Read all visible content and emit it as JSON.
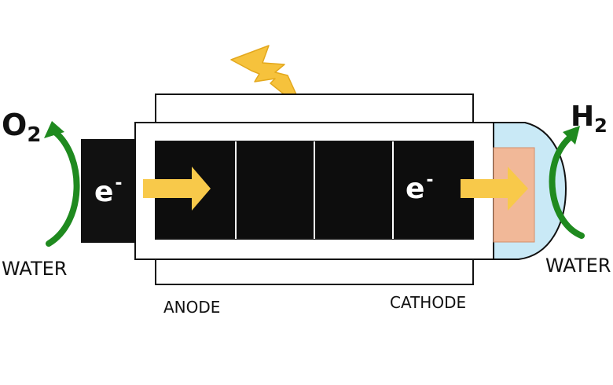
{
  "labels": {
    "o2_base": "O",
    "o2_sub": "2",
    "h2_base": "H",
    "h2_sub": "2",
    "water_left": "WATER",
    "water_right": "WATER",
    "anode": "ANODE",
    "cathode": "CATHODE",
    "electron_left_base": "e",
    "electron_left_sup": "-",
    "electron_right_base": "e",
    "electron_right_sup": "-"
  },
  "colors": {
    "cell_fill": "#0d0d0d",
    "outline": "#111111",
    "arrow_yellow": "#f8c94a",
    "bolt_yellow": "#f6c23c",
    "green_arrow": "#1f8a1f",
    "cathode_pad": "#f1b898",
    "electrolyte_blue": "#c9e9f6"
  },
  "icons": {
    "bolt": "lightning-bolt-icon",
    "electron_flow": "right-arrow-icon",
    "gas_release": "curved-arrow-icon"
  }
}
